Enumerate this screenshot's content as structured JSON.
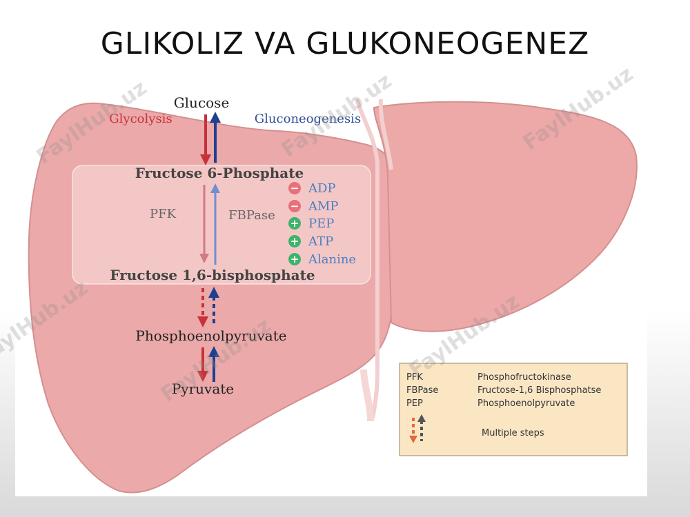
{
  "slide": {
    "title": "GLIKOLIZ VA GLUKONEOGENEZ"
  },
  "pathway": {
    "glycolysis_label": "Glycolysis",
    "gluconeogenesis_label": "Gluconeogenesis",
    "metabolites": {
      "glucose": "Glucose",
      "f6p": "Fructose 6-Phosphate",
      "f16bp": "Fructose 1,6-bisphosphate",
      "pep": "Phosphoenolpyruvate",
      "pyruvate": "Pyruvate"
    },
    "enzymes": {
      "pfk": "PFK",
      "fbpase": "FBPase"
    },
    "regulators": [
      {
        "sign": "−",
        "label": "ADP",
        "effect": "inhibit"
      },
      {
        "sign": "−",
        "label": "AMP",
        "effect": "inhibit"
      },
      {
        "sign": "+",
        "label": "PEP",
        "effect": "activate"
      },
      {
        "sign": "+",
        "label": "ATP",
        "effect": "activate"
      },
      {
        "sign": "+",
        "label": "Alanine",
        "effect": "activate"
      }
    ]
  },
  "legend": {
    "entries": [
      {
        "abbr": "PFK",
        "full": "Phosphofructokinase"
      },
      {
        "abbr": "FBPase",
        "full": "Fructose-1,6 Bisphosphatse"
      },
      {
        "abbr": "PEP",
        "full": "Phosphoenolpyruvate"
      }
    ],
    "multiple_steps": "Multiple steps"
  },
  "watermark": "FaylHub.uz",
  "colors": {
    "liver": "#eba9a9",
    "liver_stroke": "#d48f8f",
    "glycolysis": "#c8313a",
    "gluconeogenesis": "#1f3f8f",
    "inhibit": "#e8707a",
    "activate": "#3fb36b",
    "regulator_text": "#4a7fc1",
    "legend_bg": "#fbe6c4",
    "legend_border": "#bca88a"
  }
}
